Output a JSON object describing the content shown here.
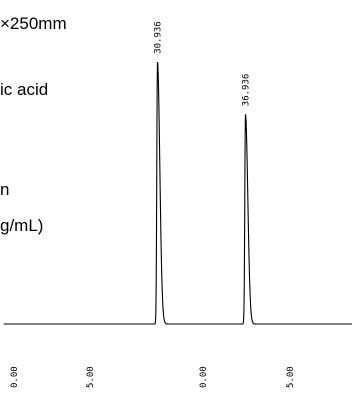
{
  "conditions": [
    "×250mm",
    "ic acid",
    "n",
    "g/mL)"
  ],
  "chart_data": {
    "type": "line",
    "title": "",
    "xlabel": "",
    "ylabel": "",
    "grid": false,
    "line_color": "#000000",
    "x_tick_labels": [
      "0.00",
      "5.00",
      "0.00",
      "5.00"
    ],
    "peaks": [
      {
        "label": "30.936",
        "x": 0.936,
        "height": 0.95,
        "width_left": 0.045,
        "width_right": 0.16
      },
      {
        "label": "36.936",
        "x": 6.936,
        "height": 0.76,
        "width_left": 0.045,
        "width_right": 0.16
      }
    ],
    "baseline": 0.0,
    "xlim": [
      -9.8,
      14.2
    ],
    "ylim": [
      -0.02,
      1.0
    ]
  }
}
